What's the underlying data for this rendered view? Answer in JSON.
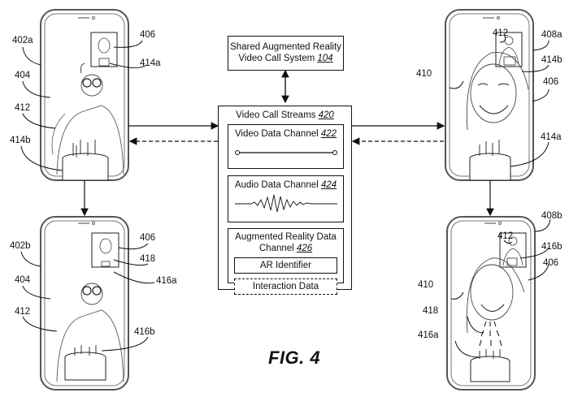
{
  "system_box": {
    "line1": "Shared Augmented Reality",
    "line2": "Video Call System ",
    "ref": "104"
  },
  "streams": {
    "title": "Video Call Streams ",
    "ref": "420",
    "channels": [
      {
        "label": "Video Data Channel ",
        "ref": "422"
      },
      {
        "label": "Audio Data Channel ",
        "ref": "424"
      },
      {
        "label_line1": "Augmented Reality Data",
        "label_line2": "Channel ",
        "ref": "426",
        "items": [
          "AR Identifier",
          "Interaction Data"
        ]
      }
    ]
  },
  "figure_label": "FIG. 4",
  "phones": {
    "top_left": {
      "labels": [
        "402a",
        "404",
        "412",
        "414b",
        "406",
        "414a"
      ]
    },
    "top_right": {
      "labels": [
        "408a",
        "412",
        "414b",
        "410",
        "406",
        "414a"
      ]
    },
    "bottom_left": {
      "labels": [
        "402b",
        "404",
        "412",
        "406",
        "418",
        "416a",
        "416b"
      ]
    },
    "bottom_right": {
      "labels": [
        "408b",
        "412",
        "416b",
        "410",
        "406",
        "418",
        "416a"
      ]
    }
  }
}
